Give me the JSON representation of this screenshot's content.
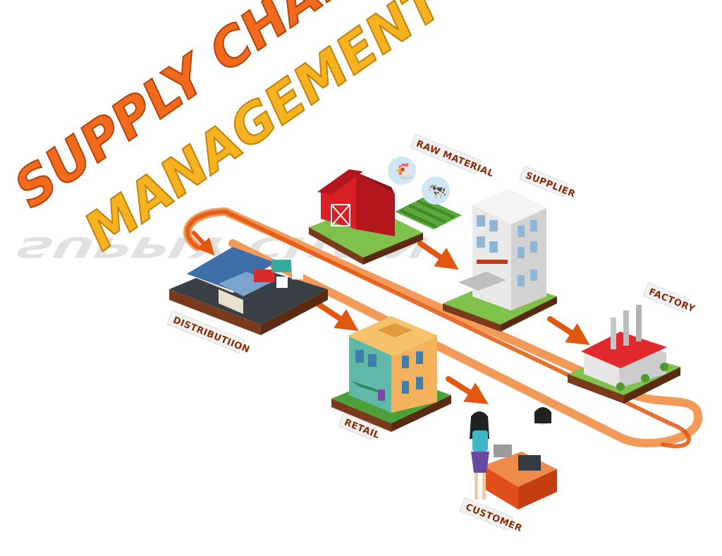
{
  "title": {
    "line1": "SUPPLY CHAIN",
    "line2": "MANAGEMENT"
  },
  "stages": {
    "raw_material": "RAW MATERIAL",
    "supplier": "SUPPLIER",
    "factory": "FACTORY",
    "distribution": "DISTRIBUTIION",
    "retail": "RETAIL",
    "customer": "CUSTOMER"
  },
  "colors": {
    "title_orange": "#f26a1b",
    "title_yellow": "#f6b21f",
    "track": "#e2570f",
    "arrow": "#e2570f",
    "label_text": "#8a2a05"
  }
}
